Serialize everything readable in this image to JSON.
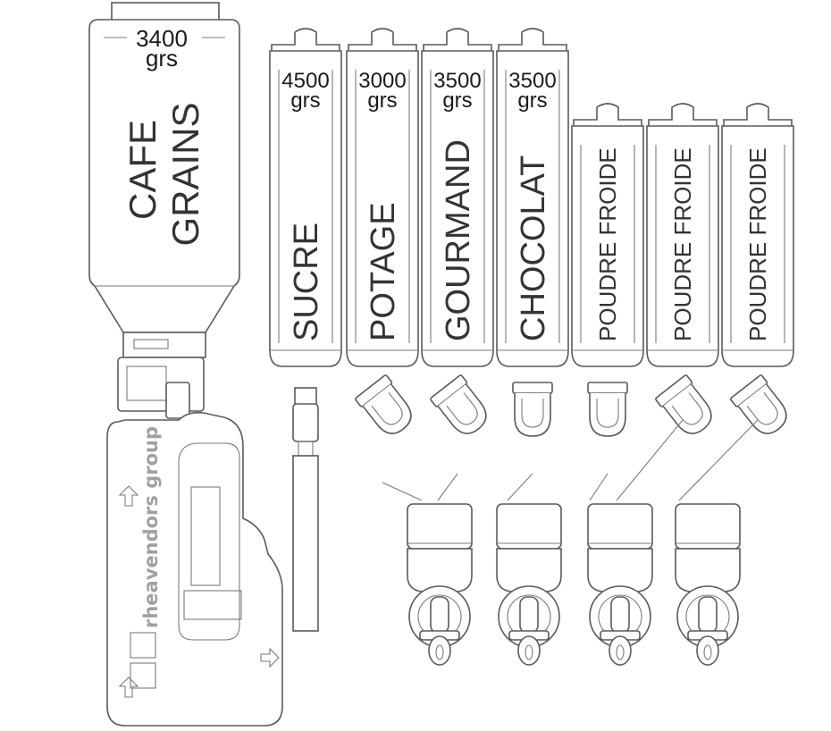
{
  "coffee_canister": {
    "capacity_value": "3400",
    "capacity_unit": "grs",
    "label_line1": "CAFE",
    "label_line2": "GRAINS"
  },
  "canisters": [
    {
      "capacity_value": "4500",
      "capacity_unit": "grs",
      "label": "SUCRE"
    },
    {
      "capacity_value": "3000",
      "capacity_unit": "grs",
      "label": "POTAGE"
    },
    {
      "capacity_value": "3500",
      "capacity_unit": "grs",
      "label": "GOURMAND"
    },
    {
      "capacity_value": "3500",
      "capacity_unit": "grs",
      "label": "CHOCOLAT"
    },
    {
      "capacity_value": "",
      "capacity_unit": "",
      "label": "POUDRE FROIDE"
    },
    {
      "capacity_value": "",
      "capacity_unit": "",
      "label": "POUDRE FROIDE"
    },
    {
      "capacity_value": "",
      "capacity_unit": "",
      "label": "POUDRE FROIDE"
    }
  ],
  "grinder_unit": {
    "brand": "rheavendors group"
  },
  "mixers_count": 4
}
